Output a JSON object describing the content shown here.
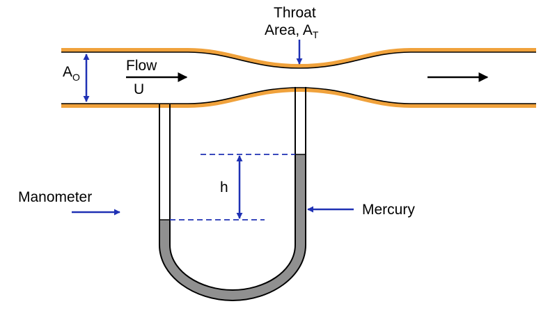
{
  "labels": {
    "throat_line1": "Throat",
    "throat_line2": "Area, A",
    "throat_sub": "T",
    "area_main": "A",
    "area_sub": "O",
    "flow": "Flow",
    "velocity": "U",
    "height": "h",
    "manometer": "Manometer",
    "mercury": "Mercury"
  },
  "colors": {
    "pipe_wall": "#f0a23c",
    "pipe_edge": "#000000",
    "arrow": "#1f31b4",
    "mercury": "#909090",
    "text": "#000000"
  }
}
